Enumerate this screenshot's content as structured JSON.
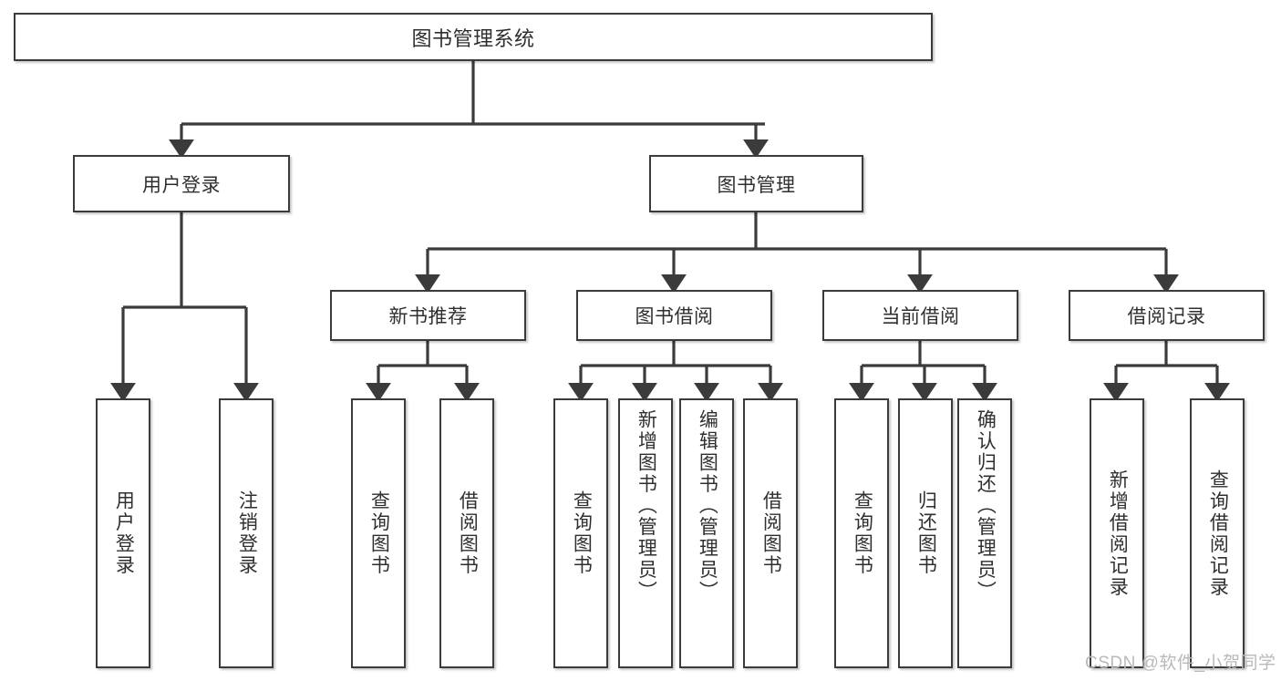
{
  "diagram": {
    "title": "图书管理系统",
    "watermark": "CSDN @软件_小贺同学",
    "root": {
      "label": "图书管理系统"
    },
    "level1": [
      {
        "label": "用户登录"
      },
      {
        "label": "图书管理"
      }
    ],
    "level2": [
      {
        "label": "新书推荐"
      },
      {
        "label": "图书借阅"
      },
      {
        "label": "当前借阅"
      },
      {
        "label": "借阅记录"
      }
    ],
    "leaves": {
      "user_login": [
        {
          "label": "用户登录"
        },
        {
          "label": "注销登录"
        }
      ],
      "new_book": [
        {
          "label": "查询图书"
        },
        {
          "label": "借阅图书"
        }
      ],
      "book_borrow": [
        {
          "label": "查询图书"
        },
        {
          "label": "新增图书（管理员）"
        },
        {
          "label": "编辑图书（管理员）"
        },
        {
          "label": "借阅图书"
        }
      ],
      "current_borrow": [
        {
          "label": "查询图书"
        },
        {
          "label": "归还图书"
        },
        {
          "label": "确认归还（管理员）"
        }
      ],
      "borrow_record": [
        {
          "label": "新增借阅记录"
        },
        {
          "label": "查询借阅记录"
        }
      ]
    },
    "colors": {
      "box_border": "#3b3b3b",
      "box_fill": "#ffffff",
      "line": "#3b3b3b",
      "text": "#2f2f2f",
      "watermark": "#b9b9b9",
      "background": "#ffffff"
    }
  }
}
